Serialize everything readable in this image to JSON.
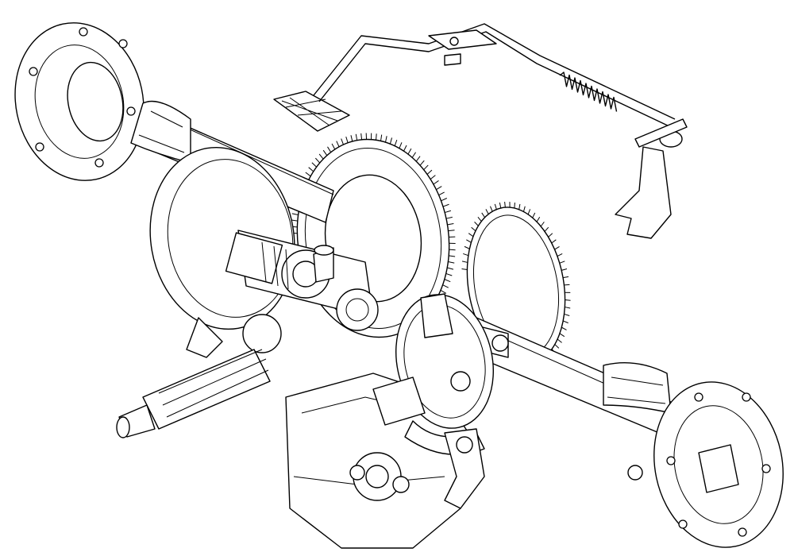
{
  "figure": {
    "colors": {
      "line": "#000000",
      "background": "#ffffff"
    },
    "parts": [
      "left-axle-shaft",
      "left-axle-flange",
      "right-axle-shaft",
      "right-axle-flange",
      "large-ring-gear",
      "right-spur-gear",
      "differential-assembly",
      "input-splined-shaft",
      "brake-pedal",
      "brake-linkage-rod",
      "return-spring",
      "shift-fork",
      "brake-drum",
      "brake-lever"
    ]
  }
}
